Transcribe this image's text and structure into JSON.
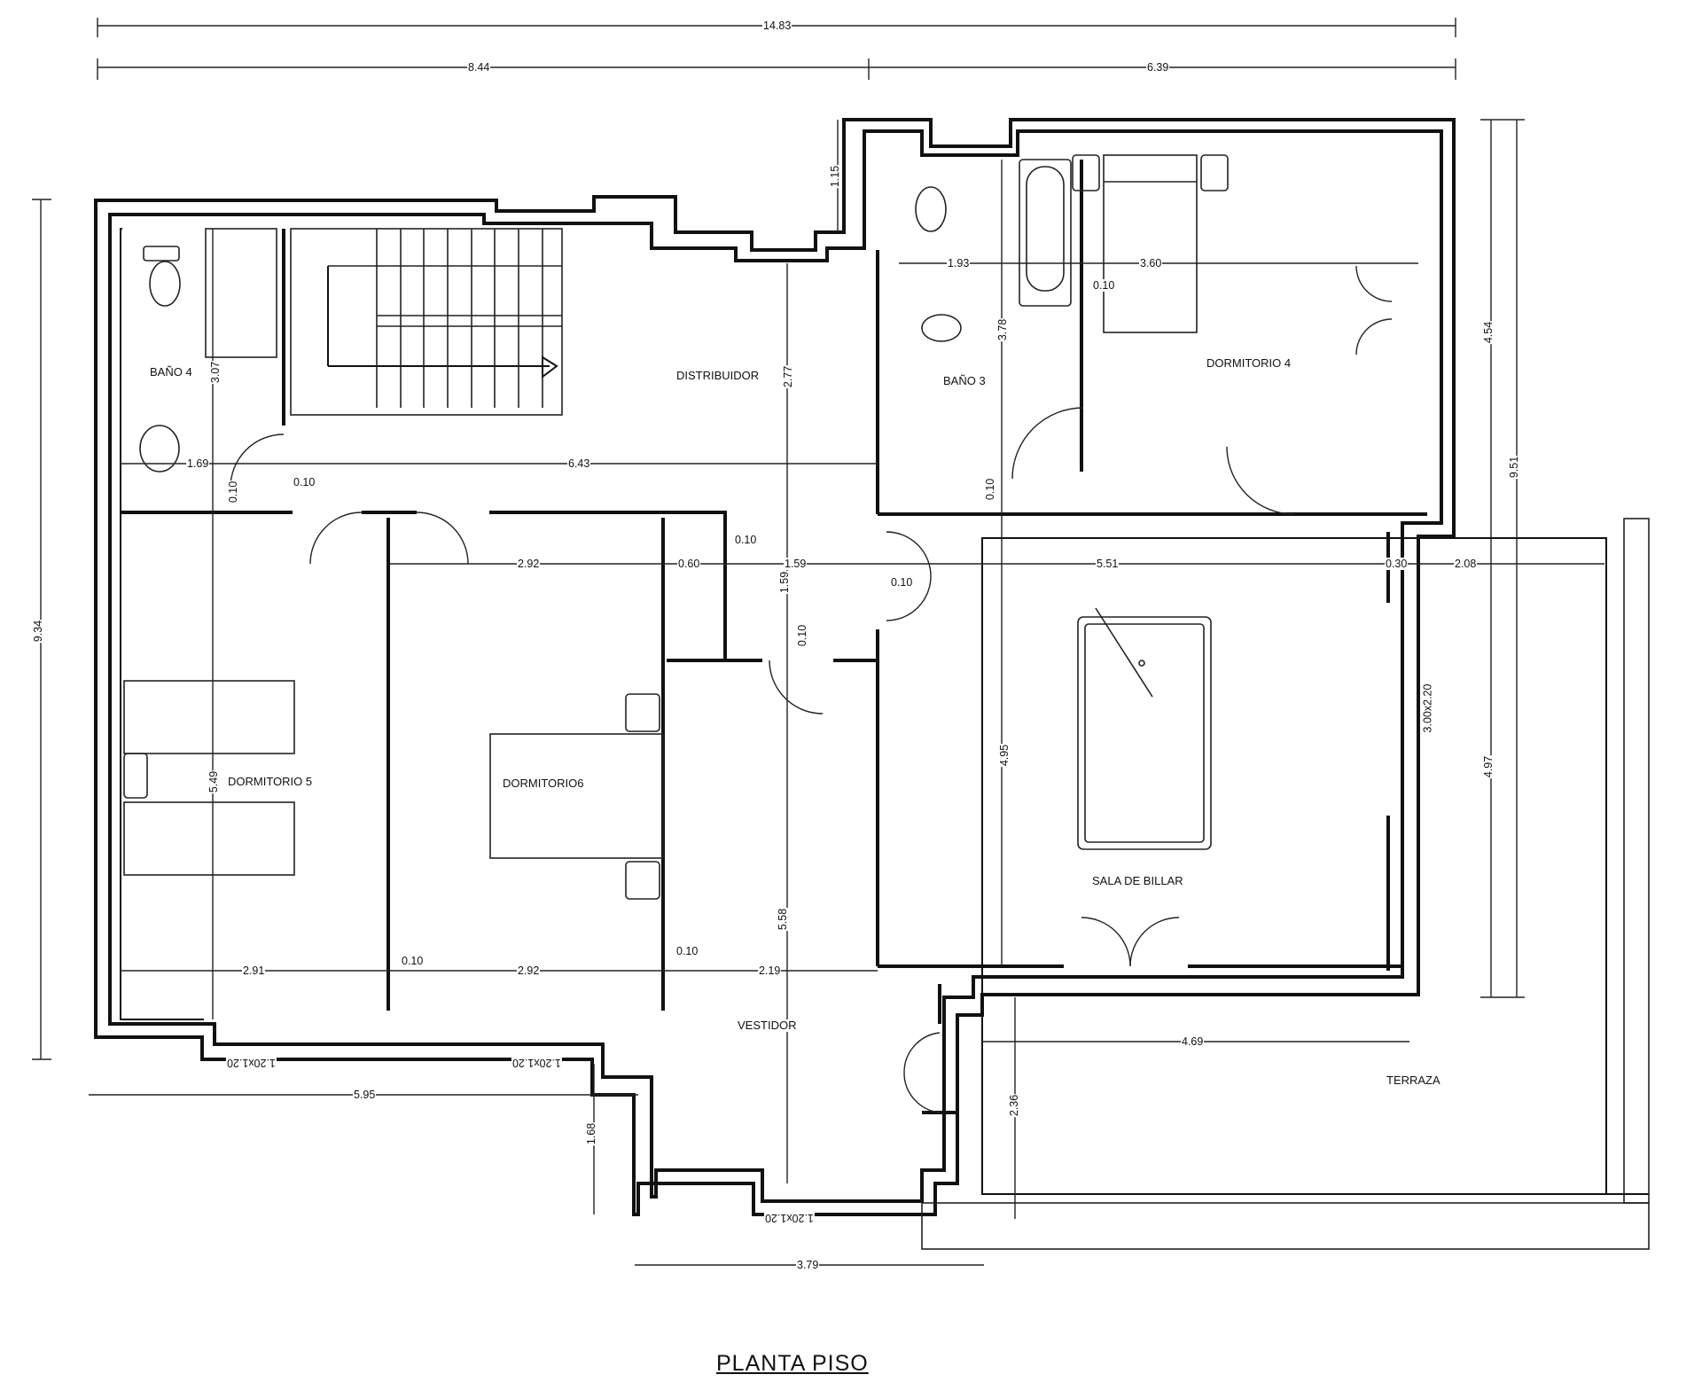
{
  "title": "PLANTA PISO",
  "rooms": [
    {
      "name": "BAÑO 4"
    },
    {
      "name": "DISTRIBUIDOR"
    },
    {
      "name": "BAÑO 3"
    },
    {
      "name": "DORMITORIO 4"
    },
    {
      "name": "DORMITORIO 5"
    },
    {
      "name": "DORMITORIO6"
    },
    {
      "name": "SALA DE BILLAR"
    },
    {
      "name": "VESTIDOR"
    },
    {
      "name": "TERRAZA"
    }
  ],
  "dimensions": {
    "overall_width": "14.83",
    "left_width": "8.44",
    "right_width": "6.39",
    "overall_depth_left": "9.34",
    "overall_depth_right": "9.51",
    "right_upper": "4.54",
    "terrace_depth": "4.97",
    "top_step": "1.15",
    "bano4_depth": "3.07",
    "bano4_width": "1.69",
    "wall_a": "0.10",
    "wall_b": "0.10",
    "distribuidor_width": "6.43",
    "distribuidor_depth": "2.77",
    "bano3_width": "1.93",
    "dorm4_width": "3.60",
    "wall_c": "0.10",
    "bano3_depth": "3.78",
    "wall_d": "0.10",
    "dorm6_top_width": "2.92",
    "closet_width": "0.60",
    "wall_e": "0.10",
    "hall_width": "1.59",
    "hall_depth": "1.59",
    "wall_f": "0.10",
    "wall_g": "0.10",
    "billar_width": "5.51",
    "wall_h": "0.30",
    "terrace_width_top": "2.08",
    "window_big": "3.00x2.20",
    "billar_depth": "4.95",
    "dorm5_depth": "5.49",
    "vestidor_depth": "5.58",
    "dorm5_width": "2.91",
    "wall_i": "0.10",
    "dorm6_width": "2.92",
    "wall_j": "0.10",
    "vestidor_width": "2.19",
    "window_1": "1.20x1.20",
    "window_2": "1.20x1.20",
    "window_3": "1.20x1.20",
    "bottom_left_width": "5.95",
    "terrace_width": "4.69",
    "terrace_depth_2": "2.36",
    "vestidor_step": "1.68",
    "vestidor_bottom_width": "3.79"
  }
}
